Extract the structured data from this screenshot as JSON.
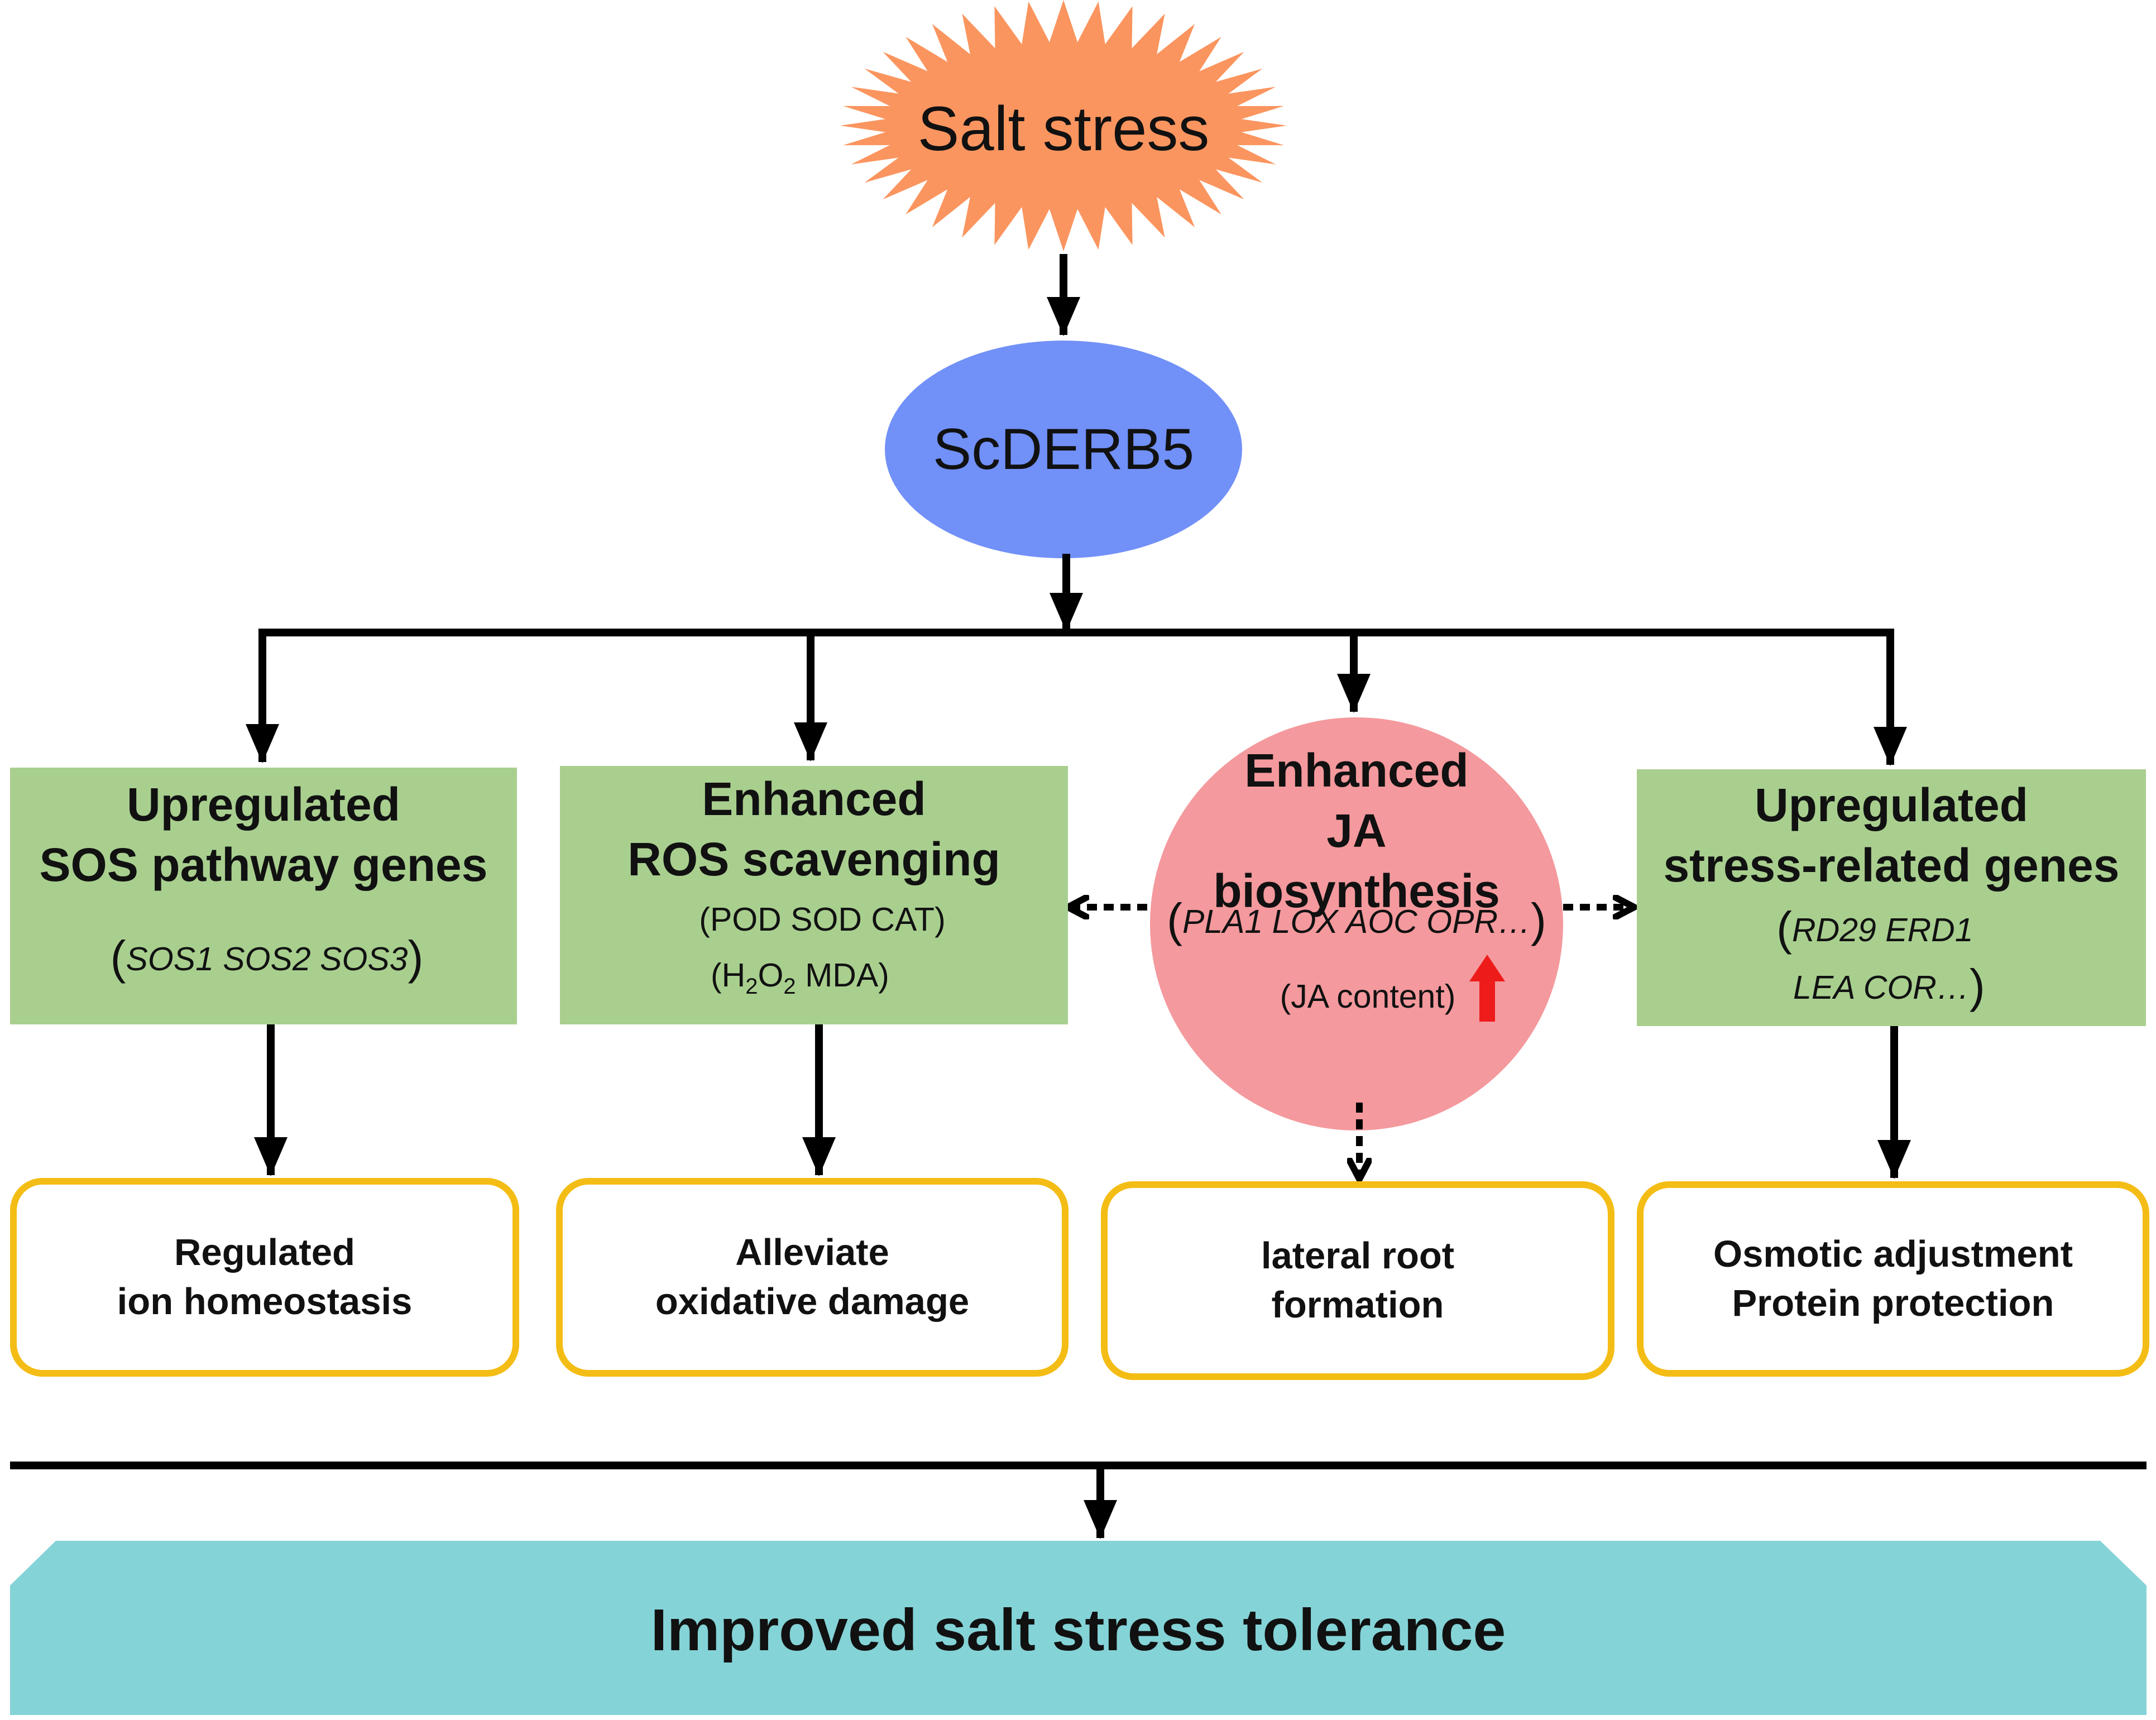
{
  "start": {
    "label": "Salt stress"
  },
  "regulator": {
    "label": "ScDERB5"
  },
  "branches": [
    {
      "title_lines": [
        "Upregulated",
        "SOS pathway genes"
      ],
      "genes": "SOS1 SOS2 SOS3",
      "outcome_lines": [
        "Regulated",
        "ion homeostasis"
      ]
    },
    {
      "title_lines": [
        "Enhanced",
        "ROS scavenging"
      ],
      "enzymes": "POD SOD CAT",
      "decreased": {
        "h": "H",
        "sub1": "2",
        "o": "O",
        "sub2": "2",
        "rest": " MDA"
      },
      "outcome_lines": [
        "Alleviate",
        "oxidative damage"
      ]
    },
    {
      "title_lines": [
        "Enhanced",
        "JA biosynthesis"
      ],
      "genes": "PLA1 LOX AOC OPR…",
      "content": "JA content",
      "outcome_lines": [
        "lateral root",
        "formation"
      ]
    },
    {
      "title_lines": [
        "Upregulated",
        "stress-related genes"
      ],
      "genes_lines": [
        "RD29 ERD1",
        "LEA  COR…"
      ],
      "outcome_lines": [
        "Osmotic adjustment",
        "Protein protection"
      ]
    }
  ],
  "result": {
    "label": "Improved salt stress tolerance"
  },
  "colors": {
    "burst": "#fb955f",
    "ellipse": "#7190f8",
    "green_box": "#a9cf8f",
    "circle": "#f4999d",
    "outcome_border": "#f4bd15",
    "result_bar": "#84d3d7",
    "up_arrow": "#ee1b1b",
    "down_arrow": "#1c1cf0"
  },
  "icons": [
    "starburst-shape",
    "up-arrow-icon",
    "down-arrow-icon",
    "arrow-down-icon",
    "dashed-arrow-icon"
  ]
}
